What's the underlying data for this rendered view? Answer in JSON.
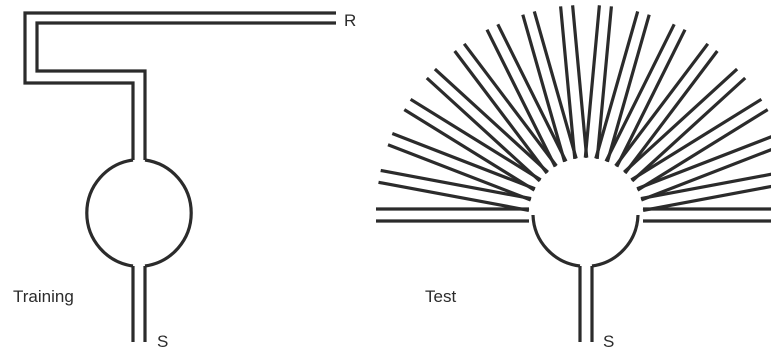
{
  "training": {
    "label": "Training",
    "goal_label": "R",
    "start_label": "S"
  },
  "test": {
    "label": "Test",
    "start_label": "S",
    "arm_count": 18
  },
  "colors": {
    "line": "#2b2b2b",
    "background": "#ffffff"
  }
}
